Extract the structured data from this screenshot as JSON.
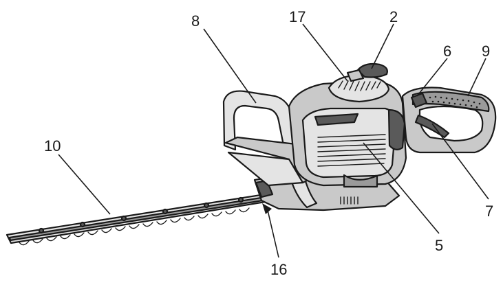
{
  "callouts": [
    {
      "id": "c8",
      "label": "8"
    },
    {
      "id": "c17",
      "label": "17"
    },
    {
      "id": "c2",
      "label": "2"
    },
    {
      "id": "c6",
      "label": "6"
    },
    {
      "id": "c9",
      "label": "9"
    },
    {
      "id": "c10",
      "label": "10"
    },
    {
      "id": "c7",
      "label": "7"
    },
    {
      "id": "c5",
      "label": "5"
    },
    {
      "id": "c16",
      "label": "16"
    }
  ]
}
